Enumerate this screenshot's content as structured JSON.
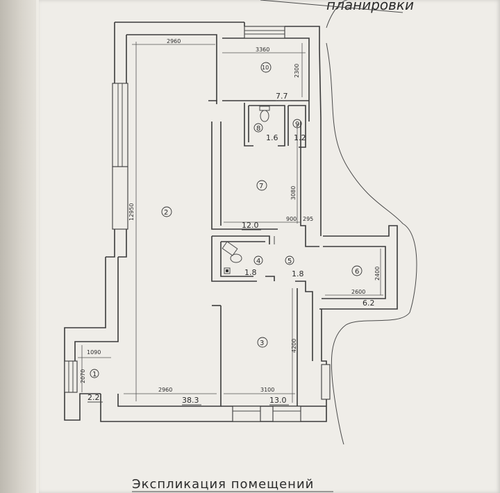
{
  "header_text": "планировки",
  "caption": "Экспликация помещений",
  "rooms": [
    {
      "number": "1",
      "area": "2.2"
    },
    {
      "number": "2",
      "area": "38.3"
    },
    {
      "number": "3",
      "area": "13.0"
    },
    {
      "number": "4",
      "area": "1.8"
    },
    {
      "number": "5",
      "area": "1.8"
    },
    {
      "number": "6",
      "area": "6.2"
    },
    {
      "number": "7",
      "area": "12.0"
    },
    {
      "number": "8",
      "area": "1.6"
    },
    {
      "number": "9",
      "area": "1.2"
    },
    {
      "number": "10",
      "area": "7.7"
    }
  ],
  "dimensions": {
    "d2960_top": "2960",
    "d3360": "3360",
    "d2300": "2300",
    "d12950": "12950",
    "d3080": "3080",
    "d900": "900",
    "d295": "295",
    "d2400": "2400",
    "d2600": "2600",
    "d4200": "4200",
    "d1090": "1090",
    "d2070": "2070",
    "d2960_bottom": "2960",
    "d3100": "3100"
  }
}
